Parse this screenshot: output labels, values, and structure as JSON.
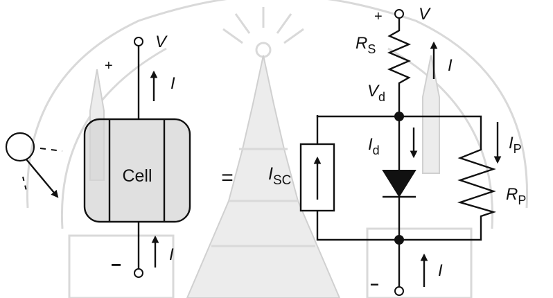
{
  "cell_model": {
    "plus_sign": "+",
    "minus_sign": "−",
    "voltage_label": "V",
    "current_label": "I",
    "cell_label": "Cell"
  },
  "equals_sign": "=",
  "equivalent_circuit": {
    "plus_sign": "+",
    "minus_sign": "−",
    "voltage_label": "V",
    "current_label": "I",
    "series_resistor": {
      "main": "R",
      "sub": "S"
    },
    "diode_voltage": {
      "main": "V",
      "sub": "d"
    },
    "source_current": {
      "main": "I",
      "sub": "SC"
    },
    "diode_current": {
      "main": "I",
      "sub": "d"
    },
    "parallel_current": {
      "main": "I",
      "sub": "P"
    },
    "parallel_resistor": {
      "main": "R",
      "sub": "P"
    }
  }
}
